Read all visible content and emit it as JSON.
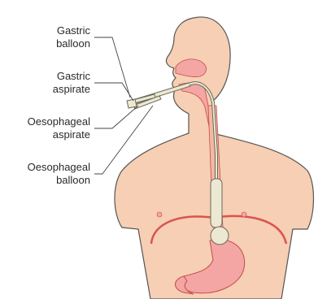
{
  "labels": {
    "gastric_balloon_line1": "Gastric",
    "gastric_balloon_line2": "balloon",
    "gastric_aspirate_line1": "Gastric",
    "gastric_aspirate_line2": "aspirate",
    "oesophageal_aspirate_line1": "Oesophageal",
    "oesophageal_aspirate_line2": "aspirate",
    "oesophageal_balloon_line1": "Oesophageal",
    "oesophageal_balloon_line2": "balloon"
  },
  "colors": {
    "skin": "#f6cfb4",
    "skin_outline": "#555555",
    "organ_pink": "#f4a6a4",
    "organ_outline": "#c84a46",
    "tube": "#ece8d2",
    "tube_outline": "#6a6a5a",
    "leader_line": "#444444",
    "diaphragm": "#d9544f"
  }
}
